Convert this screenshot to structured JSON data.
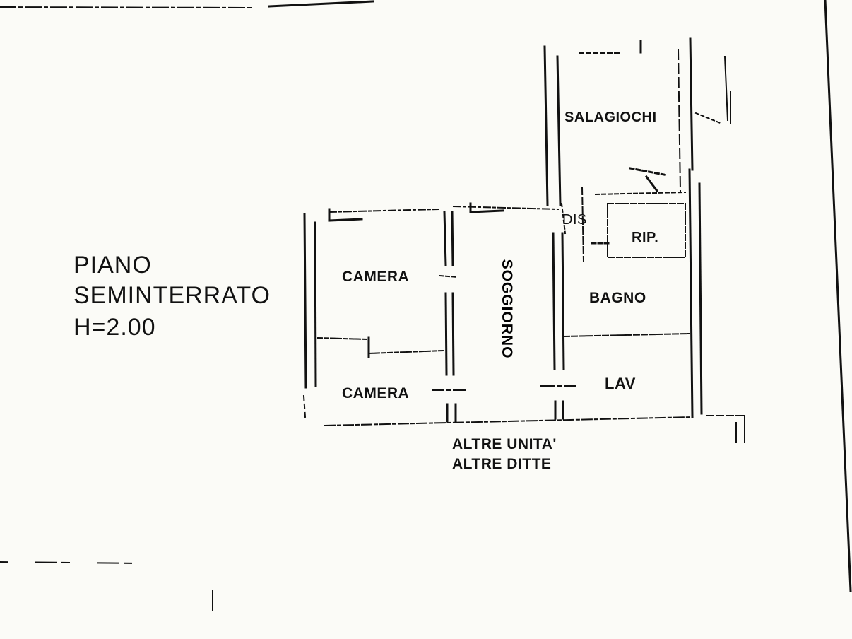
{
  "floor": {
    "title_line1": "PIANO",
    "title_line2": "SEMINTERRATO",
    "height_note": "H=2.00"
  },
  "rooms": {
    "salagiochi": "SALAGIOCHI",
    "dis": "DIS",
    "rip": "RIP.",
    "camera_top": "CAMERA",
    "soggiorno": "SOGGIORNO",
    "bagno": "BAGNO",
    "camera_bottom": "CAMERA",
    "lav": "LAV"
  },
  "adjacent": {
    "line1": "ALTRE UNITA'",
    "line2": "ALTRE DITTE"
  },
  "colors": {
    "ink": "#111111",
    "paper": "#fbfbf7"
  }
}
